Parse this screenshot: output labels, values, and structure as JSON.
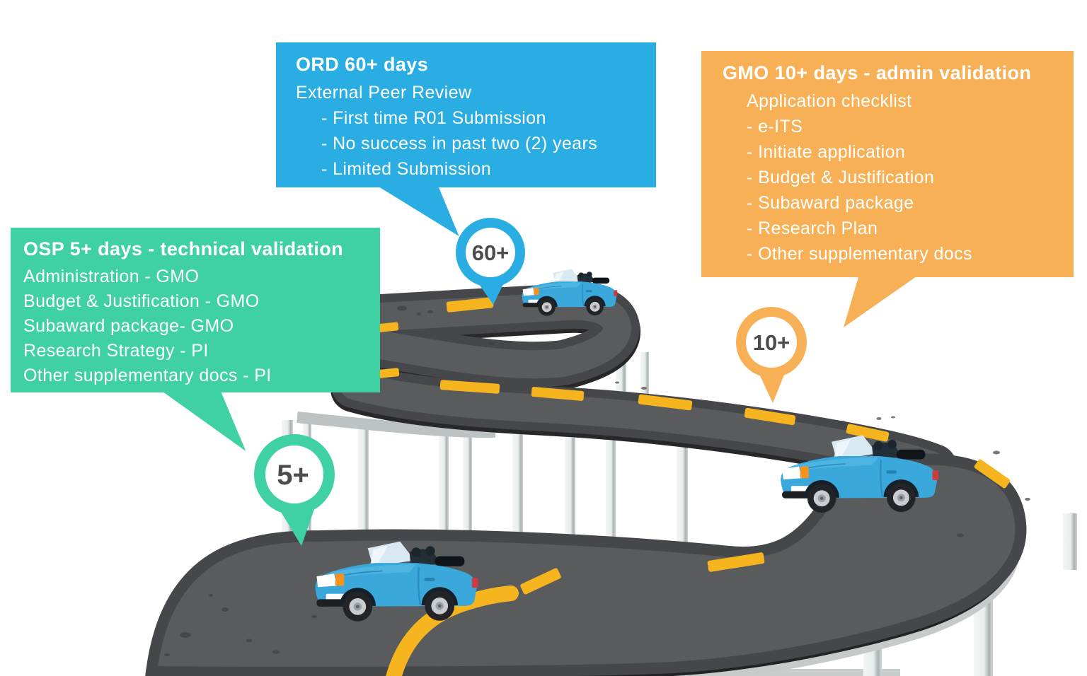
{
  "colors": {
    "blue": "#29ade3",
    "orange": "#f8b056",
    "green": "#3fd1a4",
    "road_surface": "#5a5b5d",
    "road_border": "#46474a",
    "lane_yellow": "#f6b51f"
  },
  "callouts": {
    "ord": {
      "title": "ORD 60+ days",
      "subtitle": "External Peer Review",
      "bullets": [
        "- First time R01 Submission",
        "- No success in past two (2) years",
        "- Limited Submission"
      ]
    },
    "gmo": {
      "title": "GMO 10+ days - admin validation",
      "subtitle": "Application checklist",
      "bullets": [
        "- e-ITS",
        "- Initiate application",
        "- Budget & Justification",
        "- Subaward package",
        "- Research Plan",
        "- Other supplementary docs"
      ]
    },
    "osp": {
      "title": "OSP 5+ days - technical validation",
      "lines": [
        "Administration - GMO",
        "Budget & Justification  - GMO",
        "Subaward package- GMO",
        "Research Strategy -  PI",
        "Other supplementary docs - PI"
      ]
    }
  },
  "pins": {
    "ord": {
      "label": "60+"
    },
    "gmo": {
      "label": "10+"
    },
    "osp": {
      "label": "5+"
    }
  }
}
